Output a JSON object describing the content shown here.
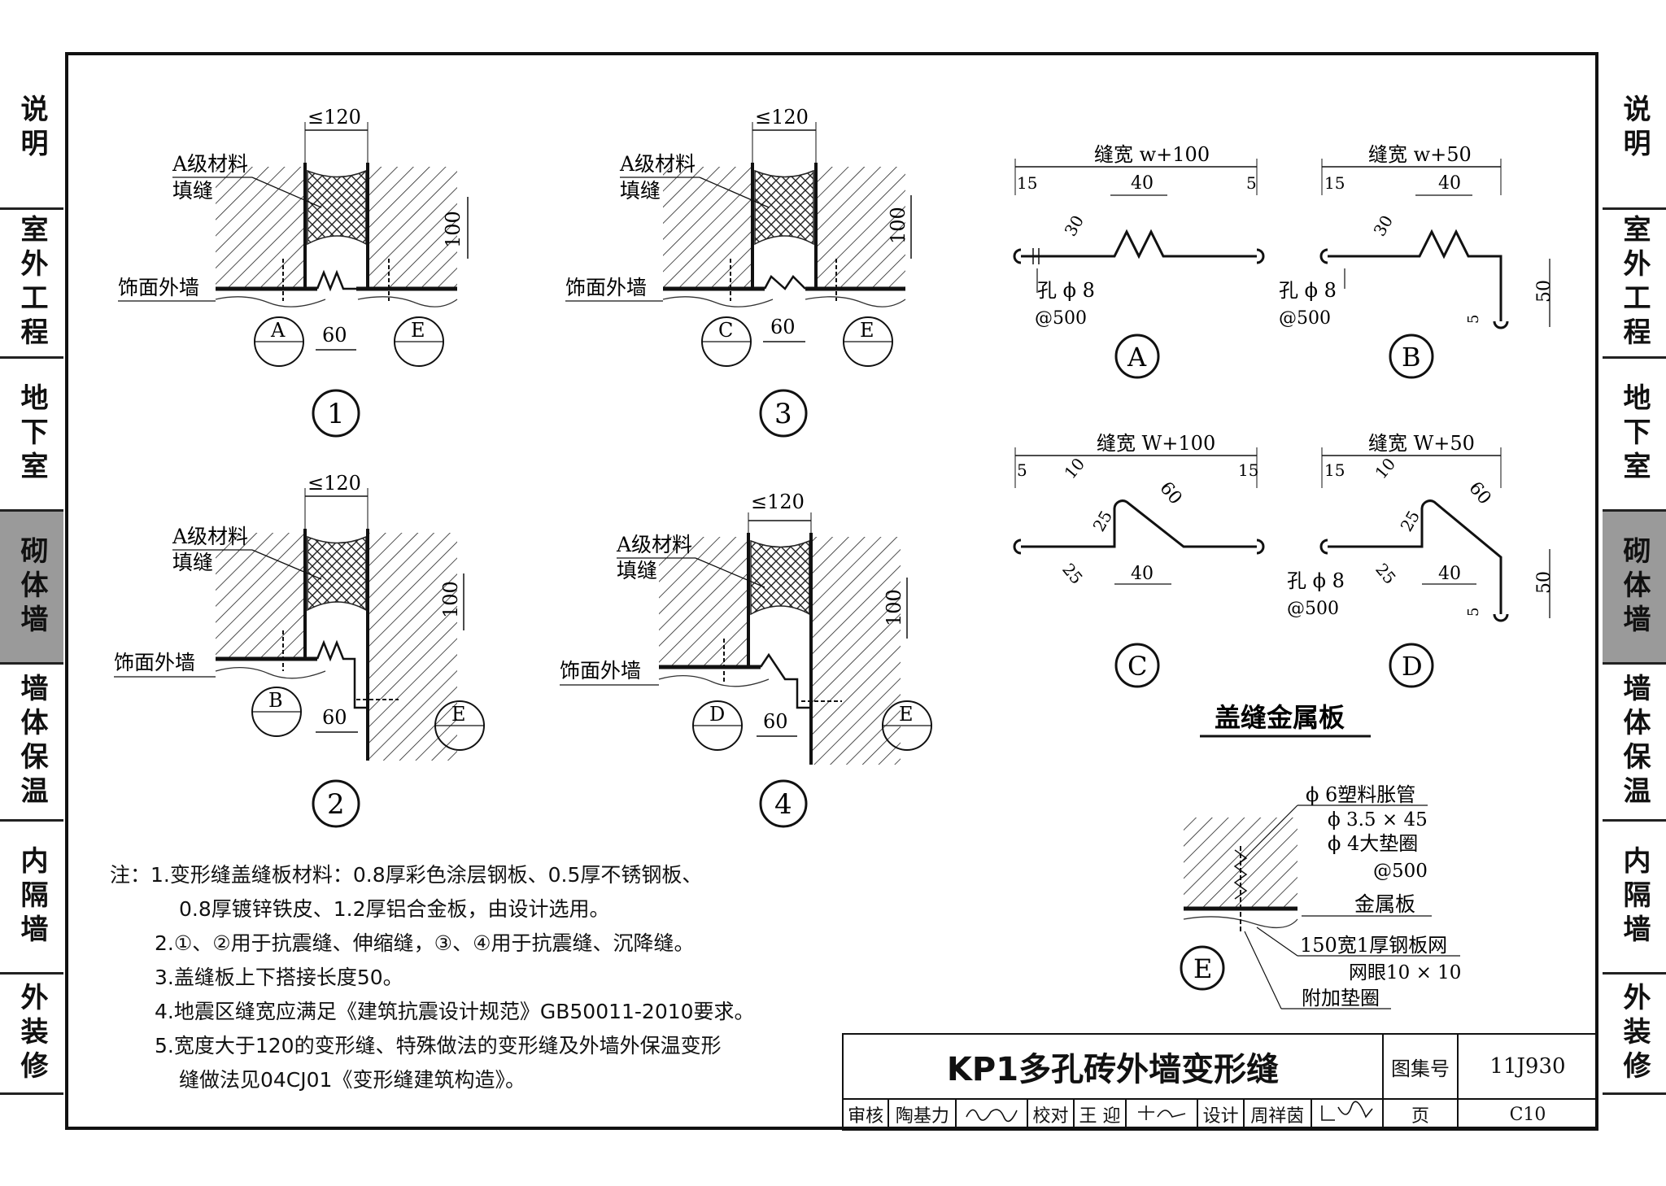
{
  "side_tabs": [
    {
      "label": "说明",
      "active": false
    },
    {
      "label": "室外工程",
      "active": false
    },
    {
      "label": "地下室",
      "active": false
    },
    {
      "label": "砌体墙",
      "active": true
    },
    {
      "label": "墙体保温",
      "active": false
    },
    {
      "label": "内隔墙",
      "active": false
    },
    {
      "label": "外装修",
      "active": false
    }
  ],
  "details": {
    "d1": {
      "num": "1",
      "width": "≤120",
      "fill": "A级材料",
      "fill2": "填缝",
      "wall": "饰面外墙",
      "h": "100",
      "gap": "60",
      "ref_left": "A",
      "ref_right": "E"
    },
    "d2": {
      "num": "2",
      "width": "≤120",
      "fill": "A级材料",
      "fill2": "填缝",
      "wall": "饰面外墙",
      "h": "100",
      "gap": "60",
      "ref_left": "B",
      "ref_right": "E"
    },
    "d3": {
      "num": "3",
      "width": "≤120",
      "fill": "A级材料",
      "fill2": "填缝",
      "wall": "饰面外墙",
      "h": "100",
      "gap": "60",
      "ref_left": "C",
      "ref_right": "E"
    },
    "d4": {
      "num": "4",
      "width": "≤120",
      "fill": "A级材料",
      "fill2": "填缝",
      "wall": "饰面外墙",
      "h": "100",
      "gap": "60",
      "ref_left": "D",
      "ref_right": "E"
    }
  },
  "plates": {
    "title": "盖缝金属板",
    "A": {
      "label": "A",
      "width": "缝宽 w+100",
      "d15": "15",
      "d40": "40",
      "d5": "5",
      "d30": "30",
      "hole": "孔 ϕ 8",
      "spacing": "@500"
    },
    "B": {
      "label": "B",
      "width": "缝宽 w+50",
      "d15": "15",
      "d40": "40",
      "d30": "30",
      "d50": "50",
      "d5": "5",
      "hole": "孔 ϕ 8",
      "spacing": "@500"
    },
    "C": {
      "label": "C",
      "width": "缝宽 W+100",
      "d5": "5",
      "d10": "10",
      "d60": "60",
      "d15": "15",
      "d25a": "25",
      "d25b": "25",
      "d40": "40"
    },
    "D": {
      "label": "D",
      "width": "缝宽 W+50",
      "d15": "15",
      "d10": "10",
      "d60": "60",
      "d25a": "25",
      "d25b": "25",
      "d40": "40",
      "d50": "50",
      "d5": "5",
      "hole": "孔 ϕ 8",
      "spacing": "@500"
    }
  },
  "detail_e": {
    "label": "E",
    "c1": "ϕ 6塑料胀管",
    "c2": "ϕ 3.5 × 45",
    "c3": "ϕ 4大垫圈",
    "c4": "@500",
    "c5": "金属板",
    "c6": "150宽1厚钢板网",
    "c7": "网眼10 × 10",
    "c8": "附加垫圈"
  },
  "notes": [
    "注：1.变形缝盖缝板材料：0.8厚彩色涂层钢板、0.5厚不锈钢板、",
    "0.8厚镀锌铁皮、1.2厚铝合金板，由设计选用。",
    "2.①、②用于抗震缝、伸缩缝，③、④用于抗震缝、沉降缝。",
    "3.盖缝板上下搭接长度50。",
    "4.地震区缝宽应满足《建筑抗震设计规范》GB50011-2010要求。",
    "5.宽度大于120的变形缝、特殊做法的变形缝及外墙外保温变形",
    "缝做法见04CJ01《变形缝建筑构造》。"
  ],
  "title_block": {
    "title": "KP1多孔砖外墙变形缝",
    "atlas_label": "图集号",
    "atlas_no": "11J930",
    "review_label": "审核",
    "reviewer": "陶基力",
    "check_label": "校对",
    "checker": "王 迎",
    "design_label": "设计",
    "designer": "周祥茵",
    "page_label": "页",
    "page_no": "C10"
  }
}
